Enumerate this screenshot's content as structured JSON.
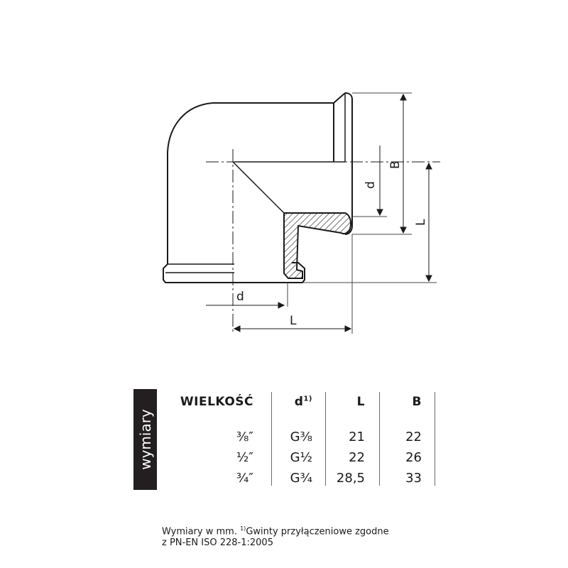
{
  "diagram": {
    "dimension_labels": {
      "d_bottom": "d",
      "L_bottom": "L",
      "d_right": "d",
      "B_right": "B",
      "L_right": "L"
    }
  },
  "table": {
    "side_label": "wymiary",
    "headers": {
      "size": "WIELKOŚĆ",
      "thread": "d",
      "thread_sup": "1)",
      "L": "L",
      "B": "B"
    },
    "rows": [
      {
        "size": "⅜″",
        "thread": "G⅜",
        "L": "21",
        "B": "22"
      },
      {
        "size": "½″",
        "thread": "G½",
        "L": "22",
        "B": "26"
      },
      {
        "size": "¾″",
        "thread": "G¾",
        "L": "28,5",
        "B": "33"
      }
    ]
  },
  "footnote": {
    "line1_pre": "Wymiary w mm. ",
    "sup": "1)",
    "line1_post": "Gwinty przyłączeniowe zgodne",
    "line2": "z PN-EN ISO 228-1:2005"
  }
}
